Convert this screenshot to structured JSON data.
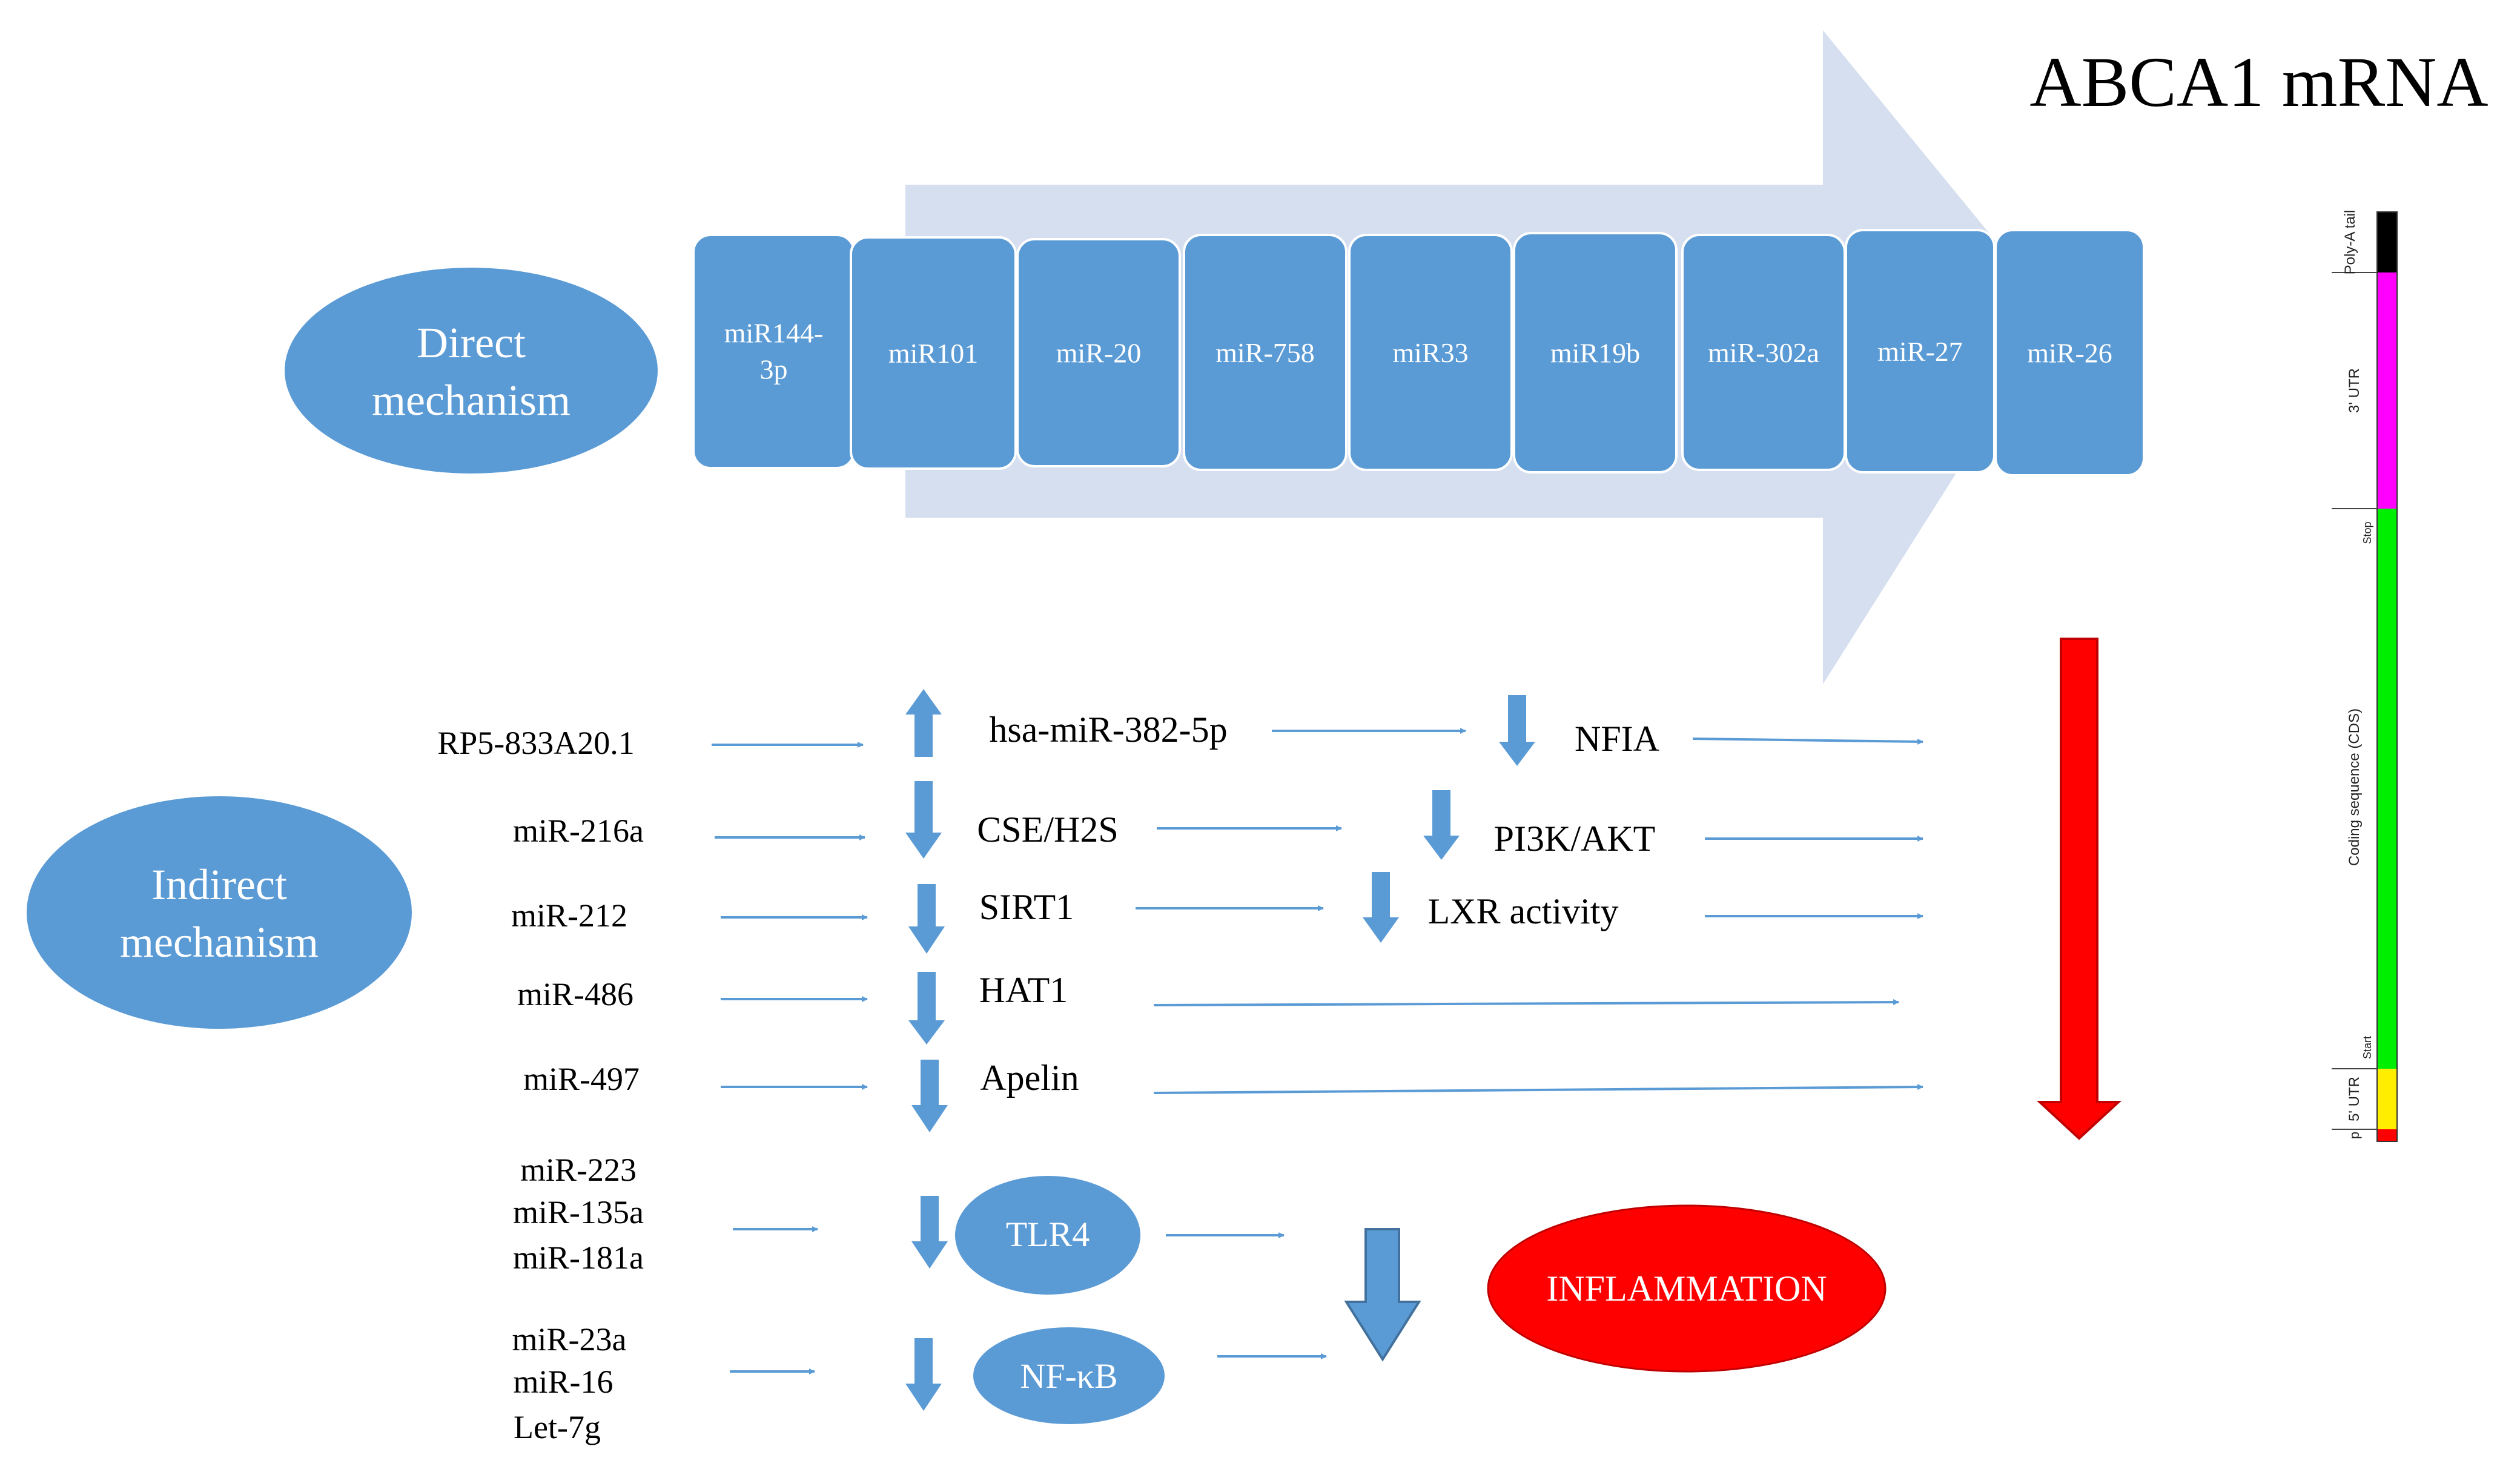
{
  "title": "ABCA1 mRNA",
  "direct": {
    "label_line1": "Direct",
    "label_line2": "mechanism",
    "mirnas": [
      {
        "line1": "miR144-",
        "line2": "3p"
      },
      {
        "line1": "miR101",
        "line2": ""
      },
      {
        "line1": "miR-20",
        "line2": ""
      },
      {
        "line1": "miR-758",
        "line2": ""
      },
      {
        "line1": "miR33",
        "line2": ""
      },
      {
        "line1": "miR19b",
        "line2": ""
      },
      {
        "line1": "miR-302a",
        "line2": ""
      },
      {
        "line1": "miR-27",
        "line2": ""
      },
      {
        "line1": "miR-26",
        "line2": ""
      }
    ]
  },
  "indirect": {
    "label_line1": "Indirect",
    "label_line2": "mechanism",
    "rows": [
      {
        "source": "RP5-833A20.1",
        "target": "hsa-miR-382-5p",
        "effect": "NFIA"
      },
      {
        "source": "miR-216a",
        "target": "CSE/H2S",
        "effect": "PI3K/AKT"
      },
      {
        "source": "miR-212",
        "target": "SIRT1",
        "effect": "LXR activity"
      },
      {
        "source": "miR-486",
        "target": "HAT1",
        "effect": ""
      },
      {
        "source": "miR-497",
        "target": "Apelin",
        "effect": ""
      }
    ],
    "tlr4_sources": [
      "miR-223",
      "miR-135a",
      "miR-181a"
    ],
    "tlr4_label": "TLR4",
    "nfkb_sources": [
      "miR-23a",
      "miR-16",
      "Let-7g"
    ],
    "nfkb_label": "NF-κB",
    "inflammation_label": "INFLAMMATION"
  },
  "mrna_bar": {
    "segments": [
      {
        "label": "Poly-A tail",
        "color": "#000000"
      },
      {
        "label": "3' UTR",
        "color": "#ff00ff"
      },
      {
        "label": "Coding sequence (CDS)",
        "color": "#00ee00"
      },
      {
        "label": "5' UTR",
        "color": "#ffee00"
      },
      {
        "label": "",
        "color": "#ff0000"
      }
    ],
    "markers": {
      "stop": "Stop",
      "start": "Start",
      "p": "p"
    }
  },
  "colors": {
    "box_blue": "#5b9bd5",
    "big_arrow": "#d6dff0",
    "red": "#ff0000",
    "line_blue": "#5b9bd5"
  }
}
